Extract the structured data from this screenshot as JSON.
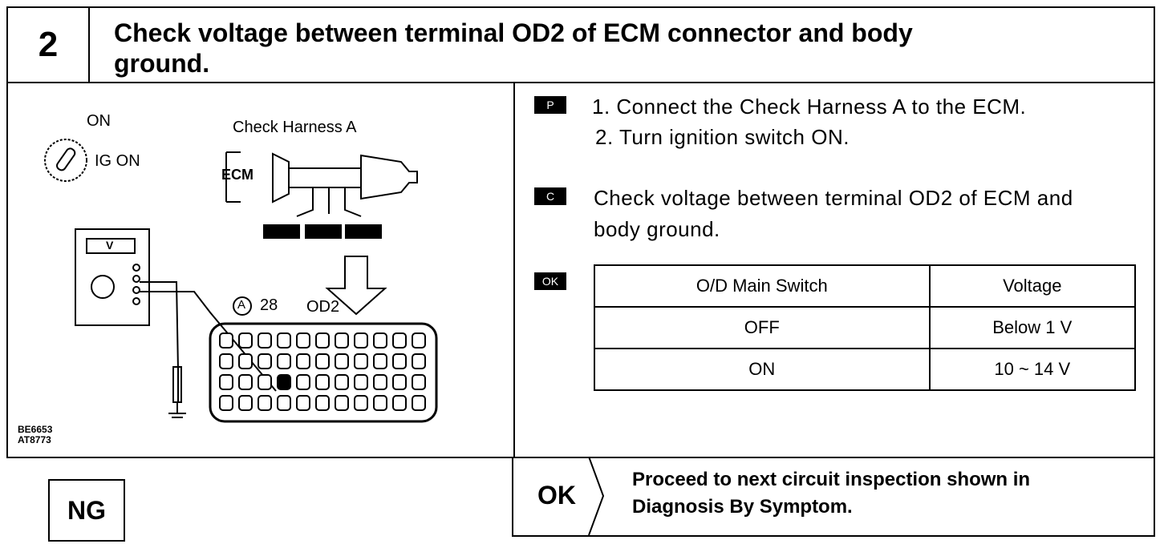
{
  "header": {
    "step_number": "2",
    "title_line1": "Check voltage between terminal OD2 of ECM connector and body",
    "title_line2": "ground."
  },
  "illustration": {
    "switch_on": "ON",
    "switch_ig_on": "IG ON",
    "harness_label": "Check Harness A",
    "ecm_label": "ECM",
    "meter_label": "V",
    "terminal_letter": "A",
    "terminal_number": "28",
    "terminal_od2": "OD2",
    "code_1": "BE6653",
    "code_2": "AT8773"
  },
  "instructions": {
    "prep_tag": "P",
    "prep_step1": "1.  Connect the Check Harness A to the ECM.",
    "prep_step2": "2.  Turn ignition switch ON.",
    "check_tag": "C",
    "check_line1": "Check voltage between terminal OD2 of ECM and",
    "check_line2": "body ground.",
    "ok_tag": "OK"
  },
  "spec_table": {
    "headers": [
      "O/D Main Switch",
      "Voltage"
    ],
    "rows": [
      [
        "OFF",
        "Below 1 V"
      ],
      [
        "ON",
        "10 ~ 14 V"
      ]
    ]
  },
  "result_ok": {
    "label": "OK",
    "line1": "Proceed to next circuit inspection shown in",
    "line2": "Diagnosis By Symptom."
  },
  "result_ng": {
    "label": "NG"
  }
}
